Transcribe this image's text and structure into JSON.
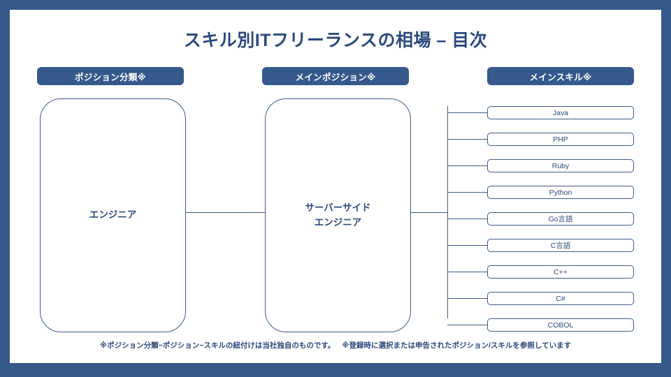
{
  "slide": {
    "title": "スキル別ITフリーランスの相場 – 目次",
    "frame_color": "#355989",
    "accent_color": "#35598c",
    "text_color": "#2b4a7d",
    "line_color": "#3b5d89",
    "background": "#ffffff"
  },
  "columns": [
    {
      "badge": "ポジション分類※"
    },
    {
      "badge": "メインポジション※"
    },
    {
      "badge": "メインスキル※"
    }
  ],
  "groups": [
    {
      "label": "エンジニア"
    },
    {
      "label_line1": "サーバーサイド",
      "label_line2": "エンジニア"
    }
  ],
  "skills": [
    {
      "label": "Java"
    },
    {
      "label": "PHP"
    },
    {
      "label": "Ruby"
    },
    {
      "label": "Python"
    },
    {
      "label": "Go言語"
    },
    {
      "label": "C言語"
    },
    {
      "label": "C++"
    },
    {
      "label": "C#"
    },
    {
      "label": "COBOL"
    }
  ],
  "footnote": {
    "part1": "※ポジション分類−ポジション−スキルの紐付けは当社独自のものです。",
    "part2": "※登録時に選択または申告されたポジション/スキルを参照しています"
  }
}
